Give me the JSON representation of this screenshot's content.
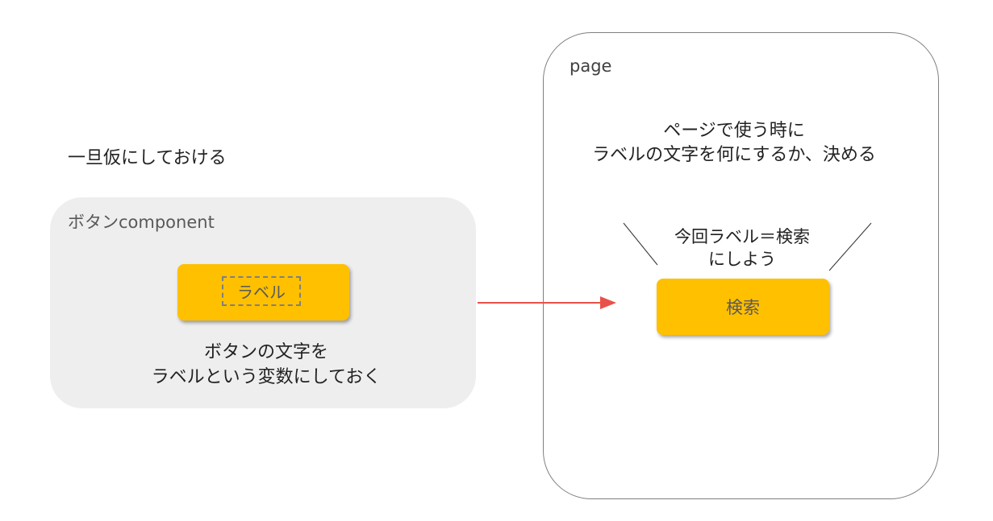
{
  "temp_caption": "一旦仮にしておける",
  "component": {
    "title": "ボタンcomponent",
    "button_label": "ラベル",
    "description_lines": [
      "ボタンの文字を",
      "ラベルという変数にしておく"
    ]
  },
  "page": {
    "title": "page",
    "description_lines": [
      "ページで使う時に",
      "ラベルの文字を何にするか、決める"
    ],
    "note_lines": [
      "今回ラベル＝検索",
      "にしよう"
    ],
    "button_label": "検索"
  },
  "colors": {
    "button": "#ffc000",
    "component_bg": "#eeeeee",
    "arrow": "#e8514a",
    "border": "#7f7f7f"
  }
}
